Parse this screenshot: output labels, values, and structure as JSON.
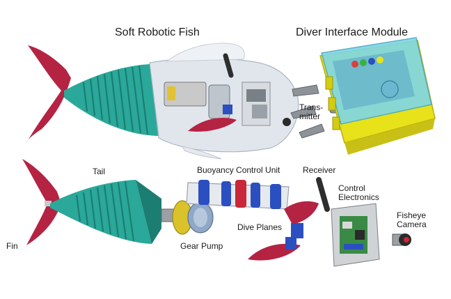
{
  "titles": {
    "fish": "Soft Robotic Fish",
    "interface": "Diver Interface Module"
  },
  "labels": {
    "transmitter": "Trans-\nmitter",
    "tail": "Tail",
    "fin": "Fin",
    "buoyancy": "Buoyancy Control Unit",
    "receiver": "Receiver",
    "control": "Control\nElectronics",
    "fisheye": "Fisheye\nCamera",
    "gear_pump": "Gear Pump",
    "dive_planes": "Dive Planes"
  },
  "colors": {
    "fin": "#b52342",
    "body": "#2aa89a",
    "body_dark": "#1c7d72",
    "glass": "#d5dde6",
    "case_yellow": "#e8e21a",
    "case_lid": "#7fd6e8",
    "blue": "#2b4fc0",
    "red": "#c8283a",
    "pcb": "#3a8a45"
  }
}
